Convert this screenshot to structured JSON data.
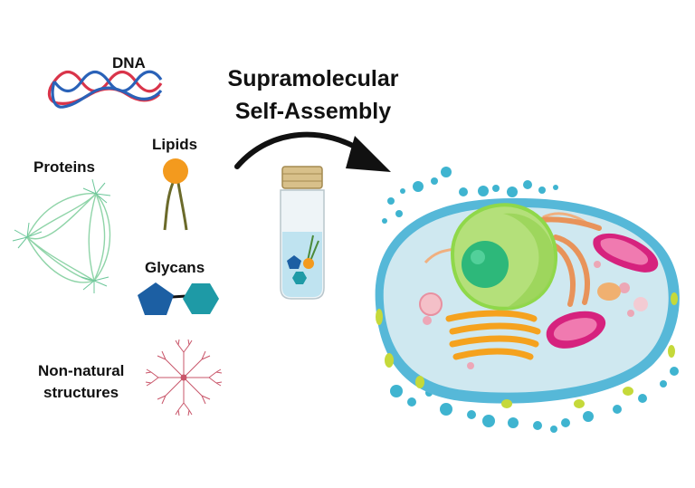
{
  "title": {
    "line1": "Supramolecular",
    "line2": "Self-Assembly"
  },
  "components": {
    "dna": "DNA",
    "proteins": "Proteins",
    "lipids": "Lipids",
    "glycans": "Glycans",
    "non_natural_line1": "Non-natural",
    "non_natural_line2": "structures"
  },
  "colors": {
    "dna_strand_a": "#d9344a",
    "dna_strand_b": "#2a62b8",
    "protein_fiber": "#8fd4a8",
    "lipid_head": "#f39a1e",
    "lipid_tail": "#6b6a2a",
    "glycan_pentagon": "#1c5fa3",
    "glycan_hexagon": "#1e9aa6",
    "dendrimer": "#c9566a",
    "arrow": "#111111",
    "cell_membrane": "#56b8d8",
    "golgi": "#f5a21e",
    "mitochondria": "#d6227e",
    "nucleus_envelope": "#8fd84a",
    "nucleolus": "#2db87a",
    "er": "#e8935a"
  }
}
